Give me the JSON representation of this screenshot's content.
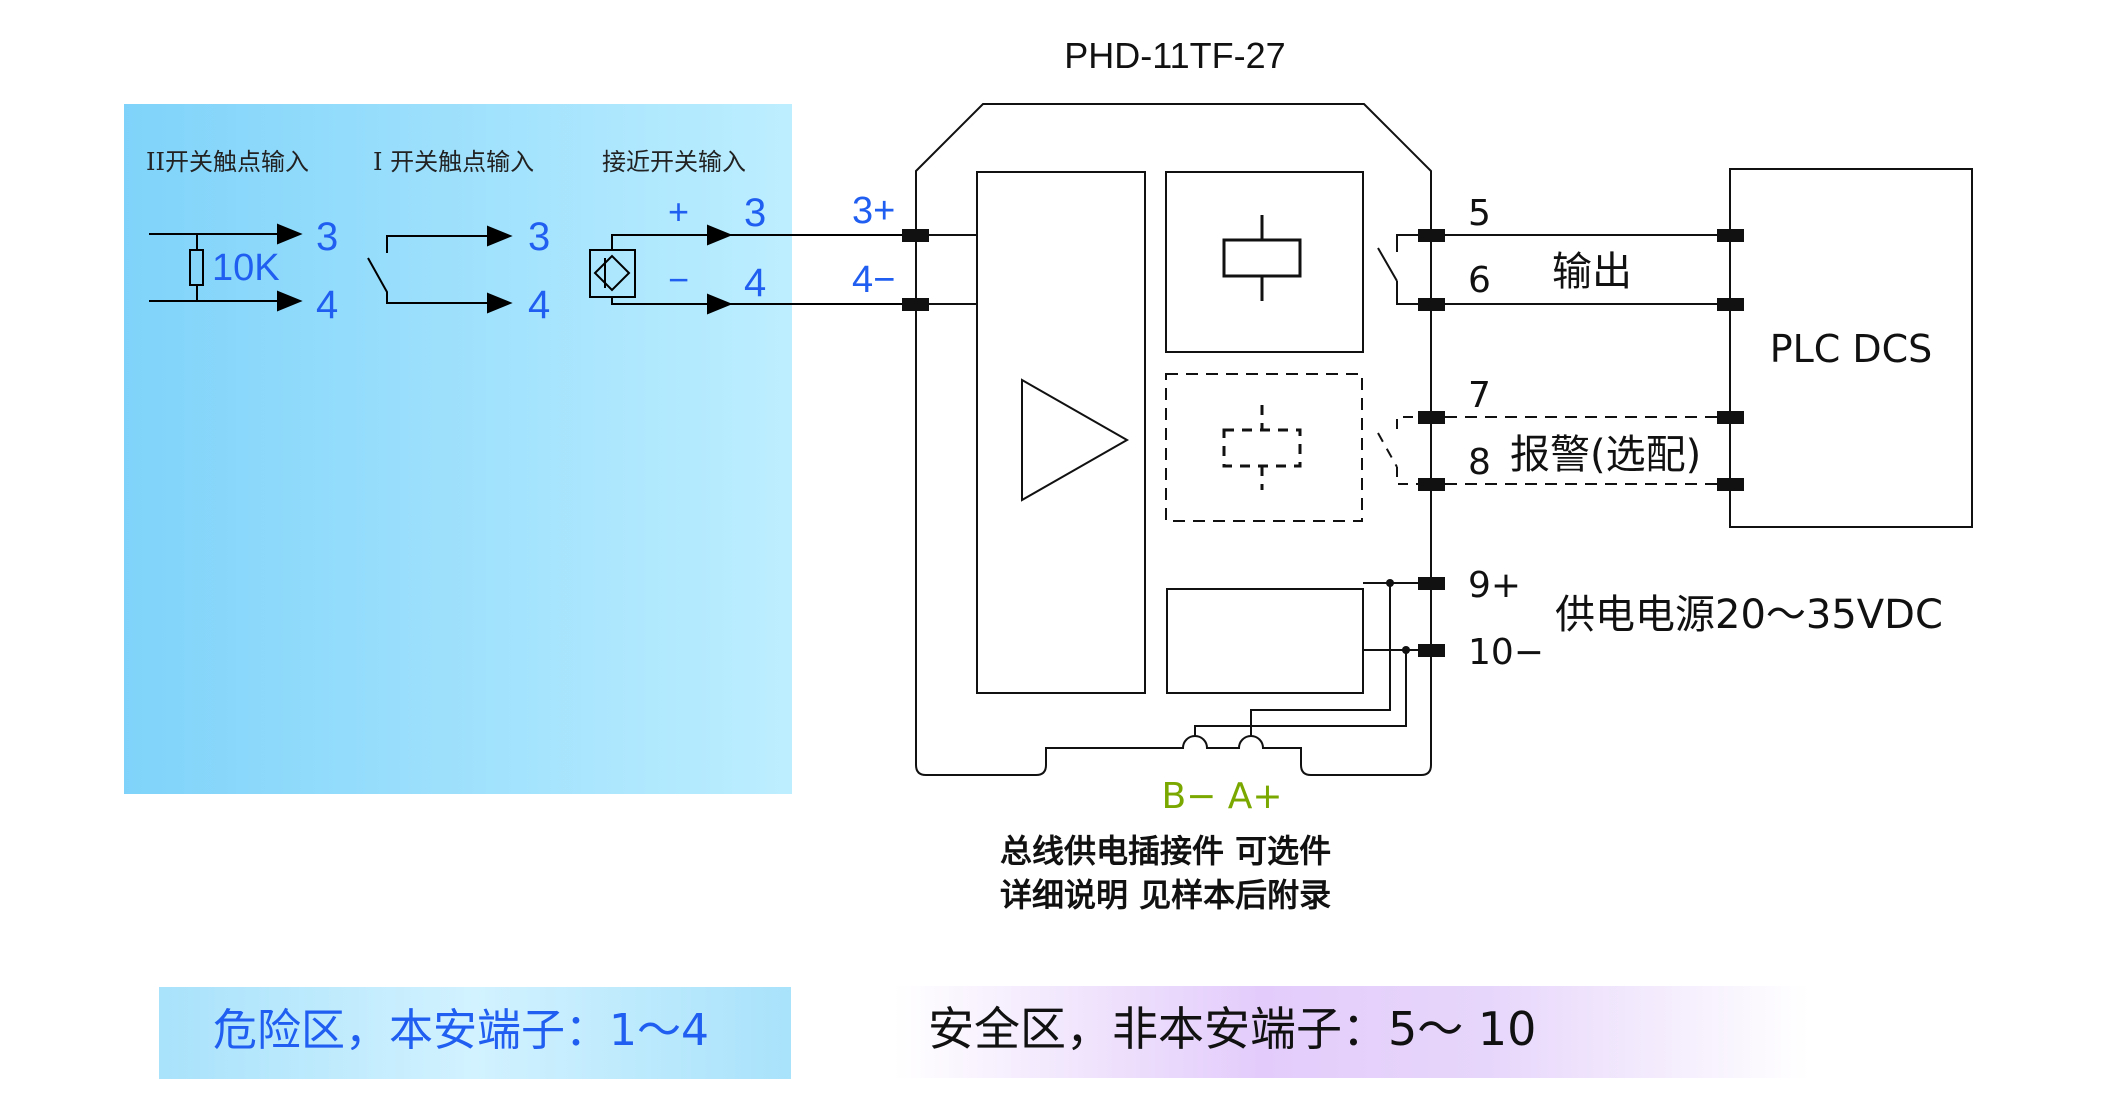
{
  "title": "PHD-11TF-27",
  "colors": {
    "hazard_text": "#1f5ef0",
    "bus_label": "#7aa800",
    "line": "#111111",
    "hazard_bg_left": "#7fd3fa",
    "hazard_bg_right": "#bdeeff"
  },
  "hazard_area": {
    "inputs": [
      {
        "header": "II开关触点输入",
        "resistor_label": "10K",
        "t3": "3",
        "t4": "4"
      },
      {
        "header": "I 开关触点输入",
        "t3": "3",
        "t4": "4"
      },
      {
        "header": "接近开关输入",
        "plus": "+",
        "minus": "−",
        "t3": "3",
        "t4": "4"
      }
    ]
  },
  "module": {
    "input_terminals": [
      {
        "label": "3+"
      },
      {
        "label": "4−"
      }
    ],
    "output_terminals": [
      {
        "label": "5"
      },
      {
        "label": "6"
      },
      {
        "label": "7"
      },
      {
        "label": "8"
      },
      {
        "label": "9+"
      },
      {
        "label": "10−"
      }
    ],
    "output_label": "输出",
    "alarm_label": "报警(选配)",
    "power_label": "供电电源20～35VDC",
    "bus_label": "B−  A+",
    "bus_note_line1": "总线供电插接件 可选件",
    "bus_note_line2": "详细说明 见样本后附录"
  },
  "plc": {
    "label": "PLC  DCS"
  },
  "legend": {
    "hazard": "危险区，本安端子：1～4",
    "safe": "安全区，非本安端子：5～ 10"
  }
}
